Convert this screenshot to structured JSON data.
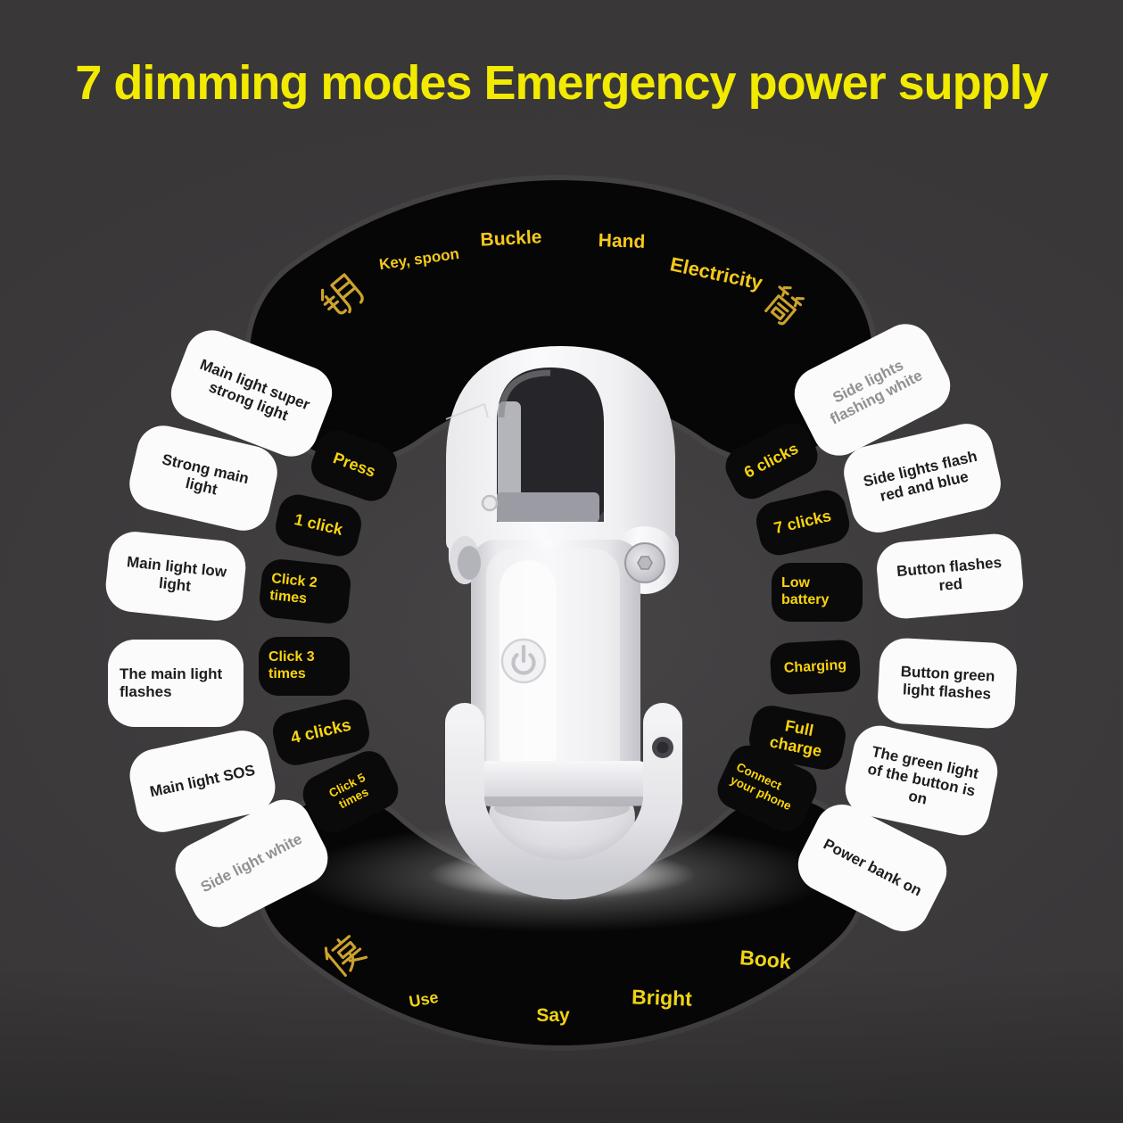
{
  "title": "7 dimming modes Emergency power supply",
  "top_arc": {
    "char_left": "钥",
    "char_right": "筒",
    "words": [
      "Key, spoon",
      "Buckle",
      "Hand",
      "Electricity"
    ]
  },
  "bottom_arc": {
    "char_left": "使",
    "words": [
      "Use",
      "Say",
      "Bright",
      "Book"
    ]
  },
  "left_column": {
    "modes": [
      "Main light super strong light",
      "Strong main light",
      "Main light low light",
      "The main light flashes",
      "Main light SOS",
      "Side light white"
    ],
    "actions": [
      "Press",
      "1 click",
      "Click 2 times",
      "Click 3 times",
      "4 clicks",
      "Click 5 times"
    ]
  },
  "right_column": {
    "actions": [
      "6 clicks",
      "7 clicks",
      "Low battery",
      "Charging",
      "Full charge",
      "Connect your phone"
    ],
    "states": [
      "Side lights flashing white",
      "Side lights flash red and blue",
      "Button flashes red",
      "Button green light flashes",
      "The green light of the button is on",
      "Power bank on"
    ]
  },
  "colors": {
    "background": "#3c3a3b",
    "band_black": "#060606",
    "title_yellow": "#f2ea00",
    "arc_word_yellow": "#f6c91b",
    "char_gold": "#cda32c",
    "tile_white": "#fbfbfb",
    "tile_black": "#0a0a0a",
    "tile_text_dark": "#1d1d1d",
    "tile_text_gray": "#919191",
    "action_yellow": "#fad40f"
  }
}
